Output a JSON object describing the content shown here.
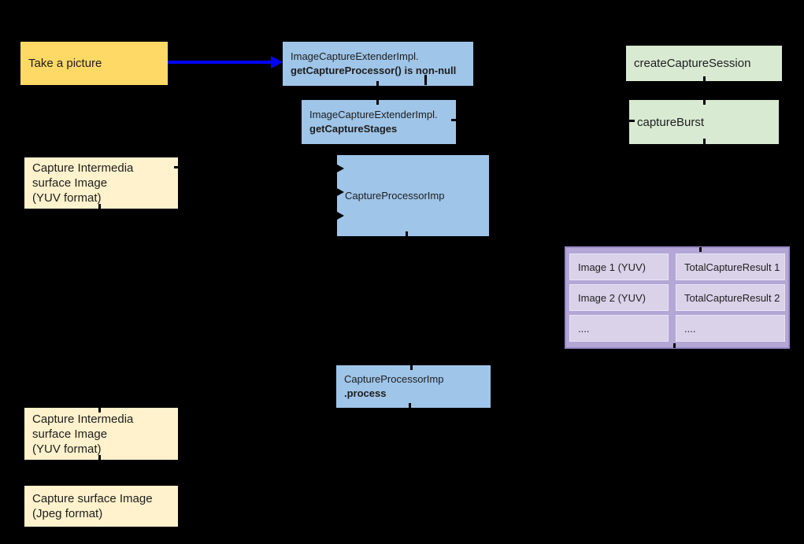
{
  "diagram": {
    "background_color": "#000000",
    "text_color": "#1d1d1d",
    "arrow_color": "#0202FA",
    "palette": {
      "orange_box": "#FFD966",
      "light_yellow_box": "#FFF2CC",
      "blue_box": "#9FC5E8",
      "green_box": "#D9EAD3",
      "purple_container": "#B4A7D6",
      "purple_cell": "#D9D2E9"
    },
    "boxes": {
      "take_picture": {
        "label": "Take a picture"
      },
      "get_capture_processor": {
        "line1": "ImageCaptureExtenderImpl.",
        "line2": "getCaptureProcessor() is non-null"
      },
      "get_capture_stages": {
        "line1": "ImageCaptureExtenderImpl.",
        "line2": "getCaptureStages"
      },
      "create_capture_session": {
        "label": "createCaptureSession"
      },
      "capture_burst": {
        "label": "captureBurst"
      },
      "intermedia_yuv_top": {
        "line1": "Capture Intermedia",
        "line2": "surface Image",
        "line3": "(YUV format)"
      },
      "capture_processor_imp": {
        "label": "CaptureProcessorImp"
      },
      "capture_processor_process": {
        "line1": "CaptureProcessorImp",
        "line2": ".process"
      },
      "intermedia_yuv_bottom": {
        "line1": "Capture Intermedia",
        "line2": "surface Image",
        "line3": "(YUV format)"
      },
      "capture_surface_jpeg": {
        "line1": "Capture surface Image",
        "line2": "(Jpeg format)"
      }
    },
    "burst_table": {
      "rows": [
        {
          "image": "Image 1 (YUV)",
          "result": "TotalCaptureResult 1"
        },
        {
          "image": "Image 2 (YUV)",
          "result": "TotalCaptureResult 2"
        },
        {
          "image": "....",
          "result": "...."
        }
      ]
    }
  }
}
